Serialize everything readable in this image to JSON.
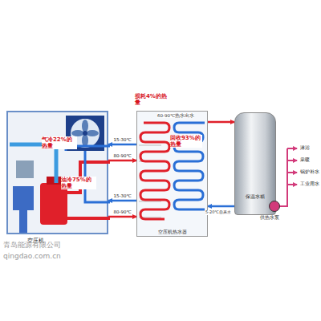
{
  "diagram": {
    "nodes": [
      {
        "text": [
          "空压机"
        ]
      },
      {
        "text": [
          "空压机热水器"
        ]
      },
      {
        "text": [
          "保温水箱"
        ]
      },
      {
        "text": [
          "供热水泵"
        ]
      }
    ],
    "edges": [
      {
        "from": 1,
        "to": 0,
        "arrow": "to",
        "label": "15-30℃"
      },
      {
        "from": 0,
        "to": 1,
        "arrow": "to",
        "label": "80-90℃"
      },
      {
        "from": 1,
        "to": 0,
        "arrow": "to",
        "label": "15-30℃"
      },
      {
        "from": 0,
        "to": 1,
        "arrow": "to",
        "label": "80-90℃"
      },
      {
        "from": 1,
        "to": 2,
        "arrow": "to"
      },
      {
        "from": 2,
        "to": 1,
        "arrow": "to"
      },
      {
        "from": 2,
        "to": 3,
        "arrow": "to"
      }
    ],
    "labels": [
      "损耗4%的热量",
      "气冷22%的热量",
      "油冷75%的热量",
      "回收93%的热量",
      "60-90℃热水出水",
      "5-20℃自来水",
      "淋浴",
      "采暖",
      "锅炉补水",
      "工业用水",
      "青岛能源有限公司",
      "qingdao.com.cn"
    ]
  }
}
